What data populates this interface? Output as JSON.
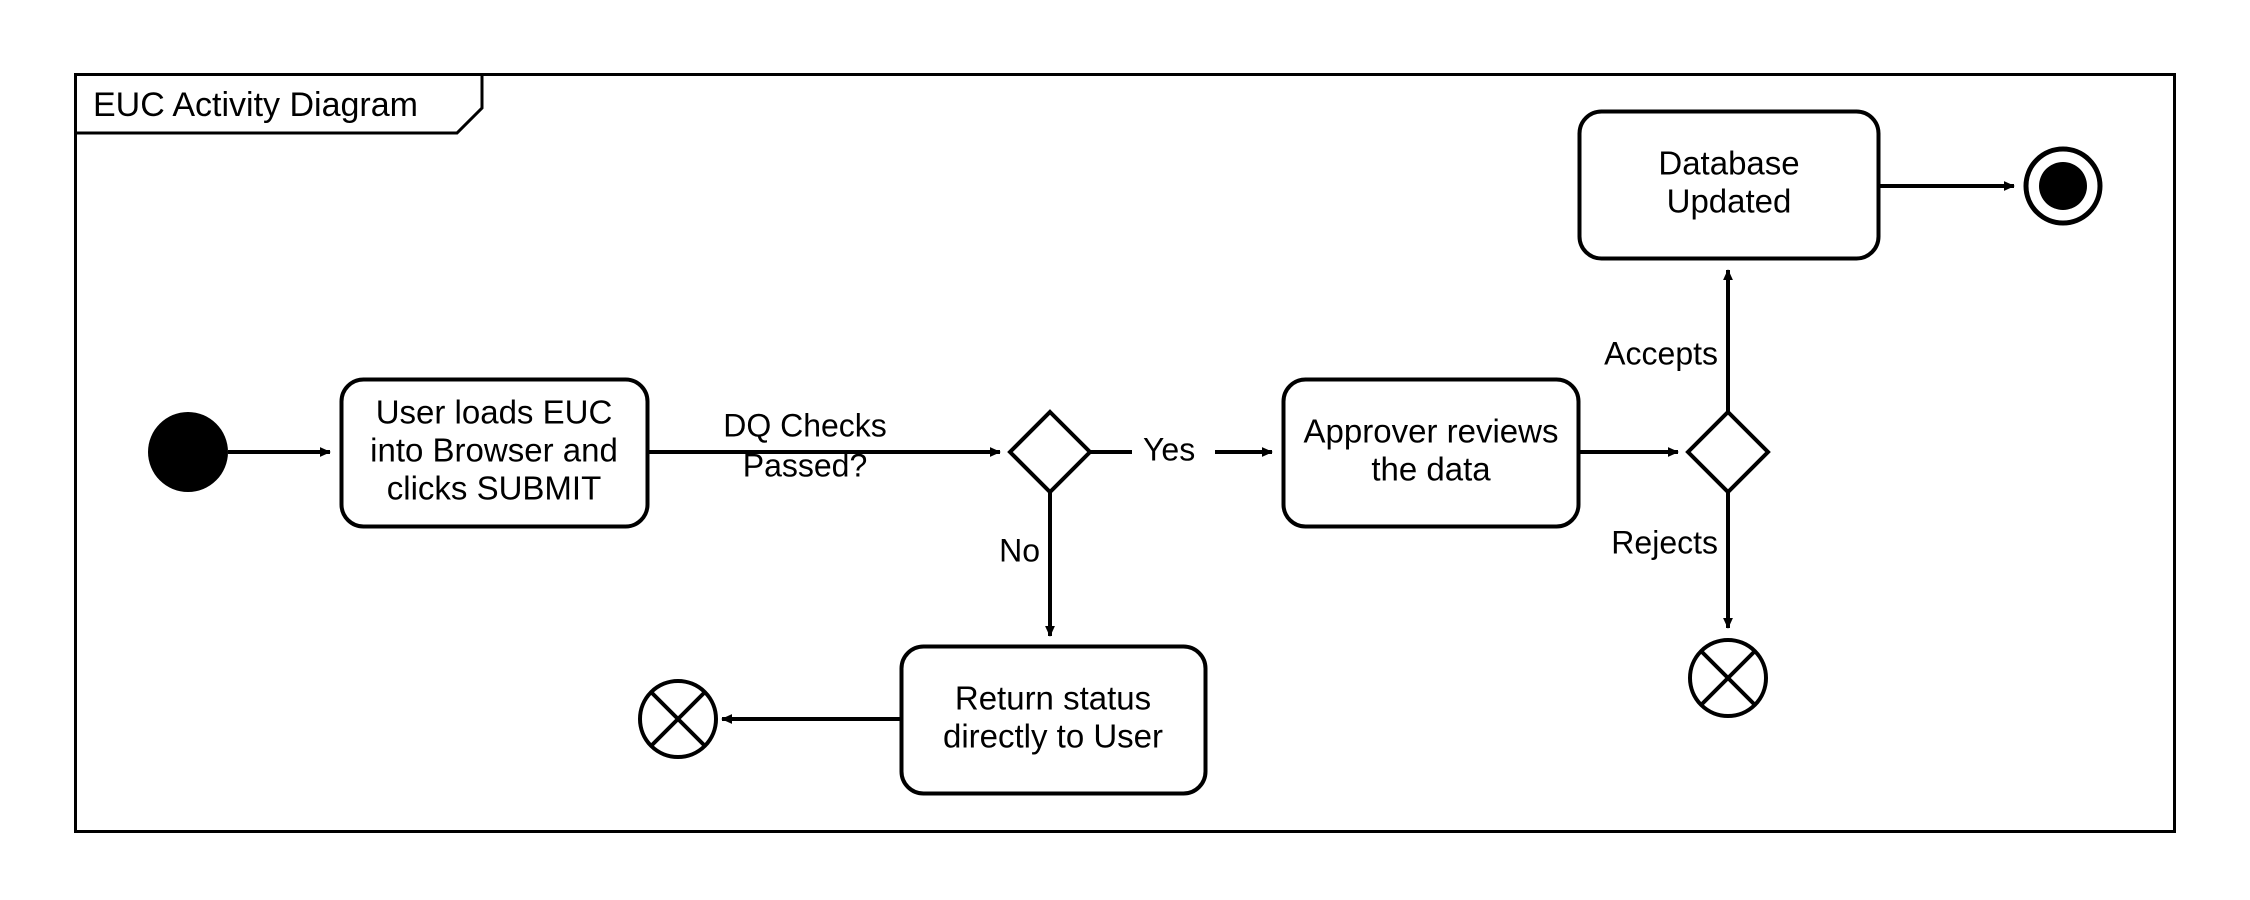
{
  "frame": {
    "title": "EUC Activity Diagram",
    "border_color": "#000000",
    "background_color": "#ffffff",
    "stroke_width": 3
  },
  "diagram": {
    "type": "uml-activity-diagram",
    "line_color": "#000000",
    "node_fill": "#ffffff",
    "text_color": "#000000",
    "nodes": [
      {
        "id": "start",
        "kind": "initial-node",
        "label": ""
      },
      {
        "id": "action-load-euc",
        "kind": "action",
        "label_line1": "User loads EUC",
        "label_line2": "into Browser and",
        "label_line3": "clicks SUBMIT"
      },
      {
        "id": "decision-dq",
        "kind": "decision",
        "label": ""
      },
      {
        "id": "action-return-status",
        "kind": "action",
        "label_line1": "Return status",
        "label_line2": "directly to User"
      },
      {
        "id": "flow-final-return",
        "kind": "flow-final-node",
        "label": ""
      },
      {
        "id": "action-approver-review",
        "kind": "action",
        "label_line1": "Approver reviews",
        "label_line2": "the data"
      },
      {
        "id": "decision-approval",
        "kind": "decision",
        "label": ""
      },
      {
        "id": "action-database-updated",
        "kind": "action",
        "label_line1": "Database",
        "label_line2": "Updated"
      },
      {
        "id": "flow-final-reject",
        "kind": "flow-final-node",
        "label": ""
      },
      {
        "id": "end",
        "kind": "activity-final-node",
        "label": ""
      }
    ],
    "edges": [
      {
        "id": "e-start-load",
        "from": "start",
        "to": "action-load-euc",
        "label": ""
      },
      {
        "id": "e-load-decision",
        "from": "action-load-euc",
        "to": "decision-dq",
        "label_line1": "DQ Checks",
        "label_line2": "Passed?"
      },
      {
        "id": "e-decision-yes",
        "from": "decision-dq",
        "to": "action-approver-review",
        "label": "Yes"
      },
      {
        "id": "e-decision-no",
        "from": "decision-dq",
        "to": "action-return-status",
        "label": "No"
      },
      {
        "id": "e-return-final",
        "from": "action-return-status",
        "to": "flow-final-return",
        "label": ""
      },
      {
        "id": "e-review-decision",
        "from": "action-approver-review",
        "to": "decision-approval",
        "label": ""
      },
      {
        "id": "e-accepts",
        "from": "decision-approval",
        "to": "action-database-updated",
        "label": "Accepts"
      },
      {
        "id": "e-rejects",
        "from": "decision-approval",
        "to": "flow-final-reject",
        "label": "Rejects"
      },
      {
        "id": "e-db-end",
        "from": "action-database-updated",
        "to": "end",
        "label": ""
      }
    ]
  }
}
